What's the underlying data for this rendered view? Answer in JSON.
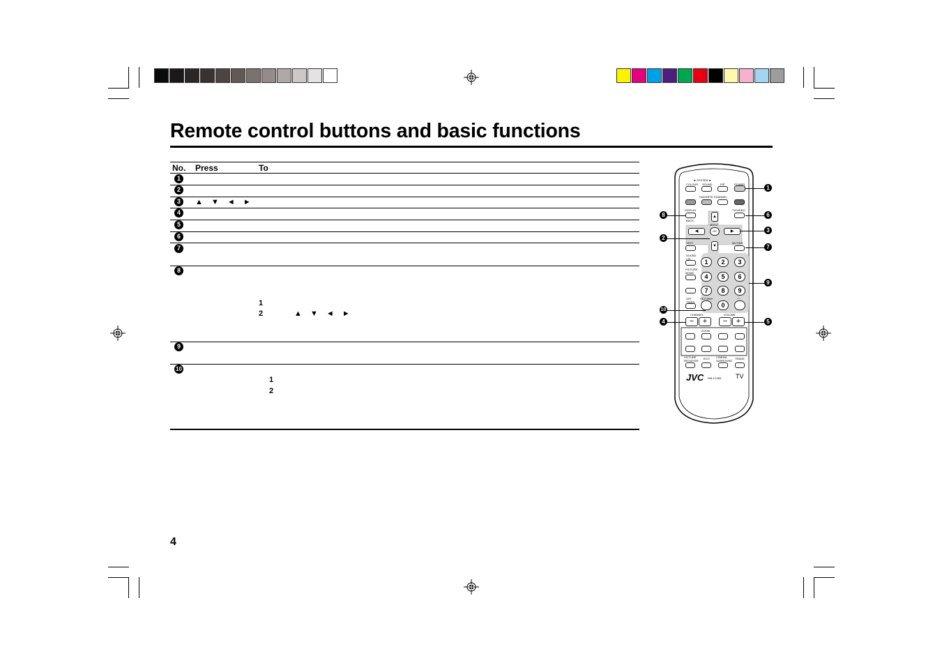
{
  "document": {
    "title": "Remote control buttons and basic functions",
    "page_number": "4"
  },
  "table": {
    "headers": {
      "no": "No.",
      "press": "Press",
      "to": "To"
    },
    "rows": [
      {
        "no": "1",
        "press": "",
        "to": ""
      },
      {
        "no": "2",
        "press": "",
        "to": ""
      },
      {
        "no": "3",
        "press": "▲ ▼ ◄ ►",
        "to": ""
      },
      {
        "no": "4",
        "press": "",
        "to": ""
      },
      {
        "no": "5",
        "press": "",
        "to": ""
      },
      {
        "no": "6",
        "press": "",
        "to": ""
      },
      {
        "no": "7",
        "press": "",
        "to": ""
      },
      {
        "no": "8",
        "press": "",
        "to": "",
        "steps": [
          {
            "n": "1",
            "text": ""
          },
          {
            "n": "2",
            "text": "▲ ▼ ◄ ►"
          }
        ]
      },
      {
        "no": "9",
        "press": "",
        "to": ""
      },
      {
        "no": "10",
        "press": "",
        "to": "",
        "steps": [
          {
            "n": "1",
            "text": ""
          },
          {
            "n": "2",
            "text": ""
          }
        ]
      }
    ]
  },
  "remote": {
    "labels": {
      "system": "◄ SYSTEM ►",
      "colour": "COLOUR",
      "sound": "SOUND",
      "pip": "PIP",
      "power": "POWER",
      "favorite_channel": "FAVORITE CHANNEL",
      "tv_video": "TV/VIDEO",
      "display": "DISPLAY",
      "back": "BACK",
      "menu": "MENU",
      "ok": "OK",
      "text": "TEXT",
      "muting": "MUTING",
      "sound_l_r": "SOUND L/R",
      "picture_mode": "PICTURE MODE",
      "off_timer": "OFF TIMER",
      "return": "RETURN+",
      "dash": "-/--",
      "channel": "CHANNEL",
      "volume": "VOLUME",
      "minus": "−",
      "plus": "+",
      "brand": "JVC",
      "model": "RM-C1283",
      "tv": "TV",
      "zoom": "ZOOM",
      "picture_register": "PICTURE REGISTER",
      "eco": "ECO",
      "cinema_surround": "CINEMA SURROUND",
      "trans": "TRANS"
    },
    "number_keys": [
      "1",
      "2",
      "3",
      "4",
      "5",
      "6",
      "7",
      "8",
      "9",
      "0"
    ],
    "callouts": [
      "1",
      "2",
      "3",
      "4",
      "5",
      "6",
      "7",
      "8",
      "9",
      "10"
    ]
  },
  "colors": {
    "gray_swatches": [
      "#0a0a0a",
      "#1c1817",
      "#2c2624",
      "#3a3230",
      "#4d4542",
      "#625957",
      "#7b716f",
      "#958b89",
      "#b0a8a6",
      "#cdc7c5",
      "#e6e2e1",
      "#ffffff"
    ],
    "color_swatches": [
      "#fff200",
      "#e5007e",
      "#00a0e9",
      "#4b1f7f",
      "#00a650",
      "#e60012",
      "#000000",
      "#fff9b0",
      "#f6b1cc",
      "#a5d4f2",
      "#9d9d9d"
    ]
  }
}
